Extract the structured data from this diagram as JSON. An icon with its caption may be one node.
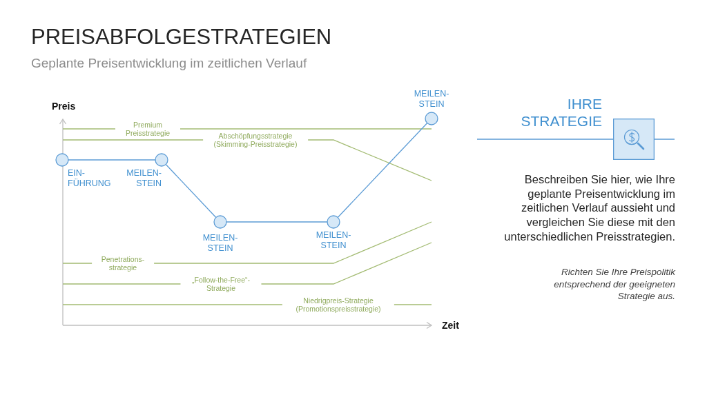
{
  "diagram": {
    "title": "PREISABFOLGESTRATEGIEN",
    "nodes": [
      {
        "text": [],
        "shape": "circle",
        "beside": [
          "EIN- FÜHRUNG"
        ]
      },
      {
        "text": [],
        "shape": "circle",
        "beside": [
          "MEILEN- STEIN"
        ]
      },
      {
        "text": [],
        "shape": "circle",
        "beside": [
          "MEILEN- STEIN"
        ]
      },
      {
        "text": [],
        "shape": "circle",
        "beside": [
          "MEILEN- STEIN"
        ]
      },
      {
        "text": [],
        "shape": "circle",
        "beside": [
          "MEILEN- STEIN"
        ]
      }
    ],
    "edges": [
      {
        "from": 0,
        "to": 1,
        "arrow": "none"
      },
      {
        "from": 1,
        "to": 2,
        "arrow": "none"
      },
      {
        "from": 2,
        "to": 3,
        "arrow": "none"
      },
      {
        "from": 3,
        "to": 4,
        "arrow": "none"
      }
    ],
    "labels": [
      "Geplante Preisentwicklung im zeitlichen Verlauf",
      "Preis",
      "Premium Preisstrategie",
      "Abschöpfungsstrategie (Skimming-Preisstrategie)",
      "Penetrations- strategie",
      "„Follow-the-Free“- Strategie",
      "Niedrigpreis-Strategie (Promotionspreisstrategie)",
      "Zeit",
      "IHRE STRATEGIE",
      "Beschreiben Sie hier, wie Ihre geplante Preisentwicklung im zeitlichen Verlauf aussieht und vergleichen Sie diese mit den unterschiedlichen Preisstrategien.",
      "Richten Sie Ihre Preispolitik entsprechend der geeigneten Strategie aus."
    ]
  }
}
